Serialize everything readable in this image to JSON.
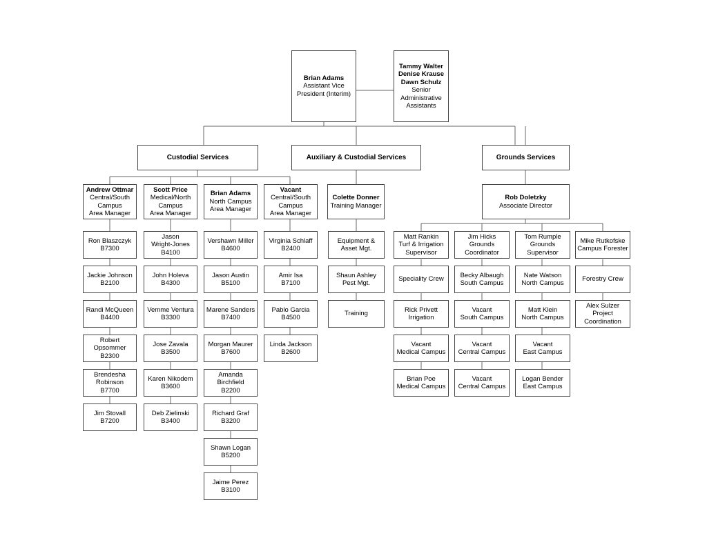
{
  "nodes": {
    "avp": {
      "name": "Brian Adams",
      "l1": "Assistant Vice",
      "l2": "President (Interim)"
    },
    "admins": {
      "n1": "Tammy Walter",
      "n2": "Denise Krause",
      "n3": "Dawn Schulz",
      "l1": "Senior",
      "l2": "Administrative",
      "l3": "Assistants"
    },
    "custodial": "Custodial Services",
    "auxiliary": "Auxiliary & Custodial Services",
    "grounds": "Grounds Services",
    "ottmar": {
      "name": "Andrew Ottmar",
      "l1": "Central/South",
      "l2": "Campus",
      "l3": "Area Manager"
    },
    "price": {
      "name": "Scott Price",
      "l1": "Medical/North",
      "l2": "Campus",
      "l3": "Area Manager"
    },
    "adams2": {
      "name": "Brian Adams",
      "l1": "North Campus",
      "l2": "Area Manager"
    },
    "vacant_mgr": {
      "name": "Vacant",
      "l1": "Central/South",
      "l2": "Campus",
      "l3": "Area Manager"
    },
    "donner": {
      "name": "Colette Donner",
      "l1": "Training Manager"
    },
    "doletzky": {
      "name": "Rob Doletzky",
      "l1": "Associate Director"
    },
    "col1": [
      [
        "Ron Blaszczyk",
        "B7300"
      ],
      [
        "Jackie Johnson",
        "B2100"
      ],
      [
        "Randi McQueen",
        "B4400"
      ],
      [
        "Robert",
        "Opsommer",
        "B2300"
      ],
      [
        "Brendesha",
        "Robinson",
        "B7700"
      ],
      [
        "Jim Stovall",
        "B7200"
      ]
    ],
    "col2": [
      [
        "Jason",
        "Wright-Jones",
        "B4100"
      ],
      [
        "John Holeva",
        "B4300"
      ],
      [
        "Vemme Ventura",
        "B3300"
      ],
      [
        "Jose Zavala",
        "B3500"
      ],
      [
        "Karen Nikodem",
        "B3600"
      ],
      [
        "Deb Zielinski",
        "B3400"
      ]
    ],
    "col3": [
      [
        "Vershawn Miller",
        "B4600"
      ],
      [
        "Jason Austin",
        "B5100"
      ],
      [
        "Marene Sanders",
        "B7400"
      ],
      [
        "Morgan Maurer",
        "B7600"
      ],
      [
        "Amanda",
        "Birchfield",
        "B2200"
      ],
      [
        "Richard Graf",
        "B3200"
      ],
      [
        "Shawn Logan",
        "B5200"
      ],
      [
        "Jaime Perez",
        "B3100"
      ]
    ],
    "col4": [
      [
        "Virginia Schlaff",
        "B2400"
      ],
      [
        "Amir Isa",
        "B7100"
      ],
      [
        "Pablo Garcia",
        "B4500"
      ],
      [
        "Linda Jackson",
        "B2600"
      ]
    ],
    "col5": [
      [
        "Equipment &",
        "Asset Mgt."
      ],
      [
        "Shaun Ashley",
        "Pest Mgt."
      ],
      [
        "Training"
      ]
    ],
    "col6": [
      [
        "Matt Rankin",
        "Turf & Irrigation",
        "Supervisor"
      ],
      [
        "Speciality Crew"
      ],
      [
        "Rick Privett",
        "Irrigation"
      ],
      [
        "Vacant",
        "Medical Campus"
      ],
      [
        "Brian Poe",
        "Medical Campus"
      ]
    ],
    "col7": [
      [
        "Jim Hicks",
        "Grounds",
        "Coordinator"
      ],
      [
        "Becky Albaugh",
        "South Campus"
      ],
      [
        "Vacant",
        "South Campus"
      ],
      [
        "Vacant",
        "Central Campus"
      ],
      [
        "Vacant",
        "Central Campus"
      ]
    ],
    "col8": [
      [
        "Tom Rumple",
        "Grounds",
        "Supervisor"
      ],
      [
        "Nate Watson",
        "North Campus"
      ],
      [
        "Matt Klein",
        "North Campus"
      ],
      [
        "Vacant",
        "East Campus"
      ],
      [
        "Logan Bender",
        "East Campus"
      ]
    ],
    "col9": [
      [
        "Mike Rutkofske",
        "Campus Forester"
      ],
      [
        "Forestry Crew"
      ],
      [
        "Alex Sulzer",
        "Project",
        "Coordination"
      ]
    ]
  }
}
